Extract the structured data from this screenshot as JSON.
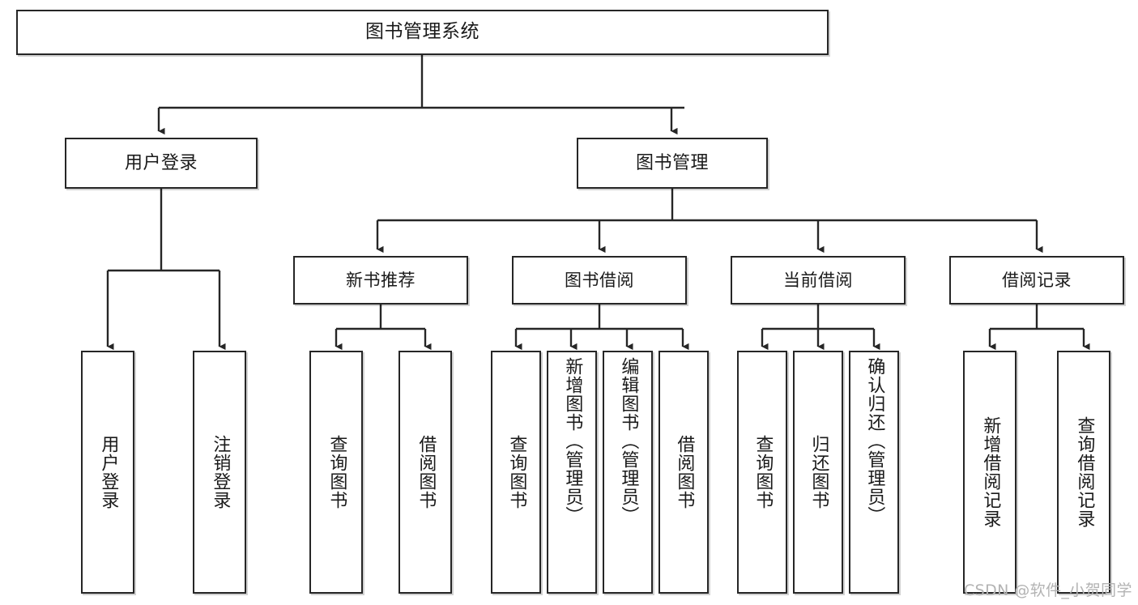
{
  "diagram": {
    "title": "图书管理系统",
    "type": "hierarchy-tree",
    "colors": {
      "border": "#262626",
      "fill": "#ffffff",
      "text": "#1a1a1a",
      "edge": "#262626",
      "watermark": "#b3b3b3"
    },
    "nodes": {
      "root": {
        "label": "图书管理系统"
      },
      "level2": [
        {
          "label": "用户登录"
        },
        {
          "label": "图书管理"
        }
      ],
      "level3": [
        {
          "label": "新书推荐"
        },
        {
          "label": "图书借阅"
        },
        {
          "label": "当前借阅"
        },
        {
          "label": "借阅记录"
        }
      ],
      "leaves": {
        "user_login": [
          {
            "label": "用户登录"
          },
          {
            "label": "注销登录"
          }
        ],
        "new_book_recommend": [
          {
            "label": "查询图书"
          },
          {
            "label": "借阅图书"
          }
        ],
        "book_borrow": [
          {
            "label": "查询图书"
          },
          {
            "label": "新增图书（管理员）"
          },
          {
            "label": "编辑图书（管理员）"
          },
          {
            "label": "借阅图书"
          }
        ],
        "current_borrow": [
          {
            "label": "查询图书"
          },
          {
            "label": "归还图书"
          },
          {
            "label": "确认归还（管理员）"
          }
        ],
        "borrow_record": [
          {
            "label": "新增借阅记录"
          },
          {
            "label": "查询借阅记录"
          }
        ]
      }
    },
    "watermark": "CSDN @软件_小贺同学"
  }
}
